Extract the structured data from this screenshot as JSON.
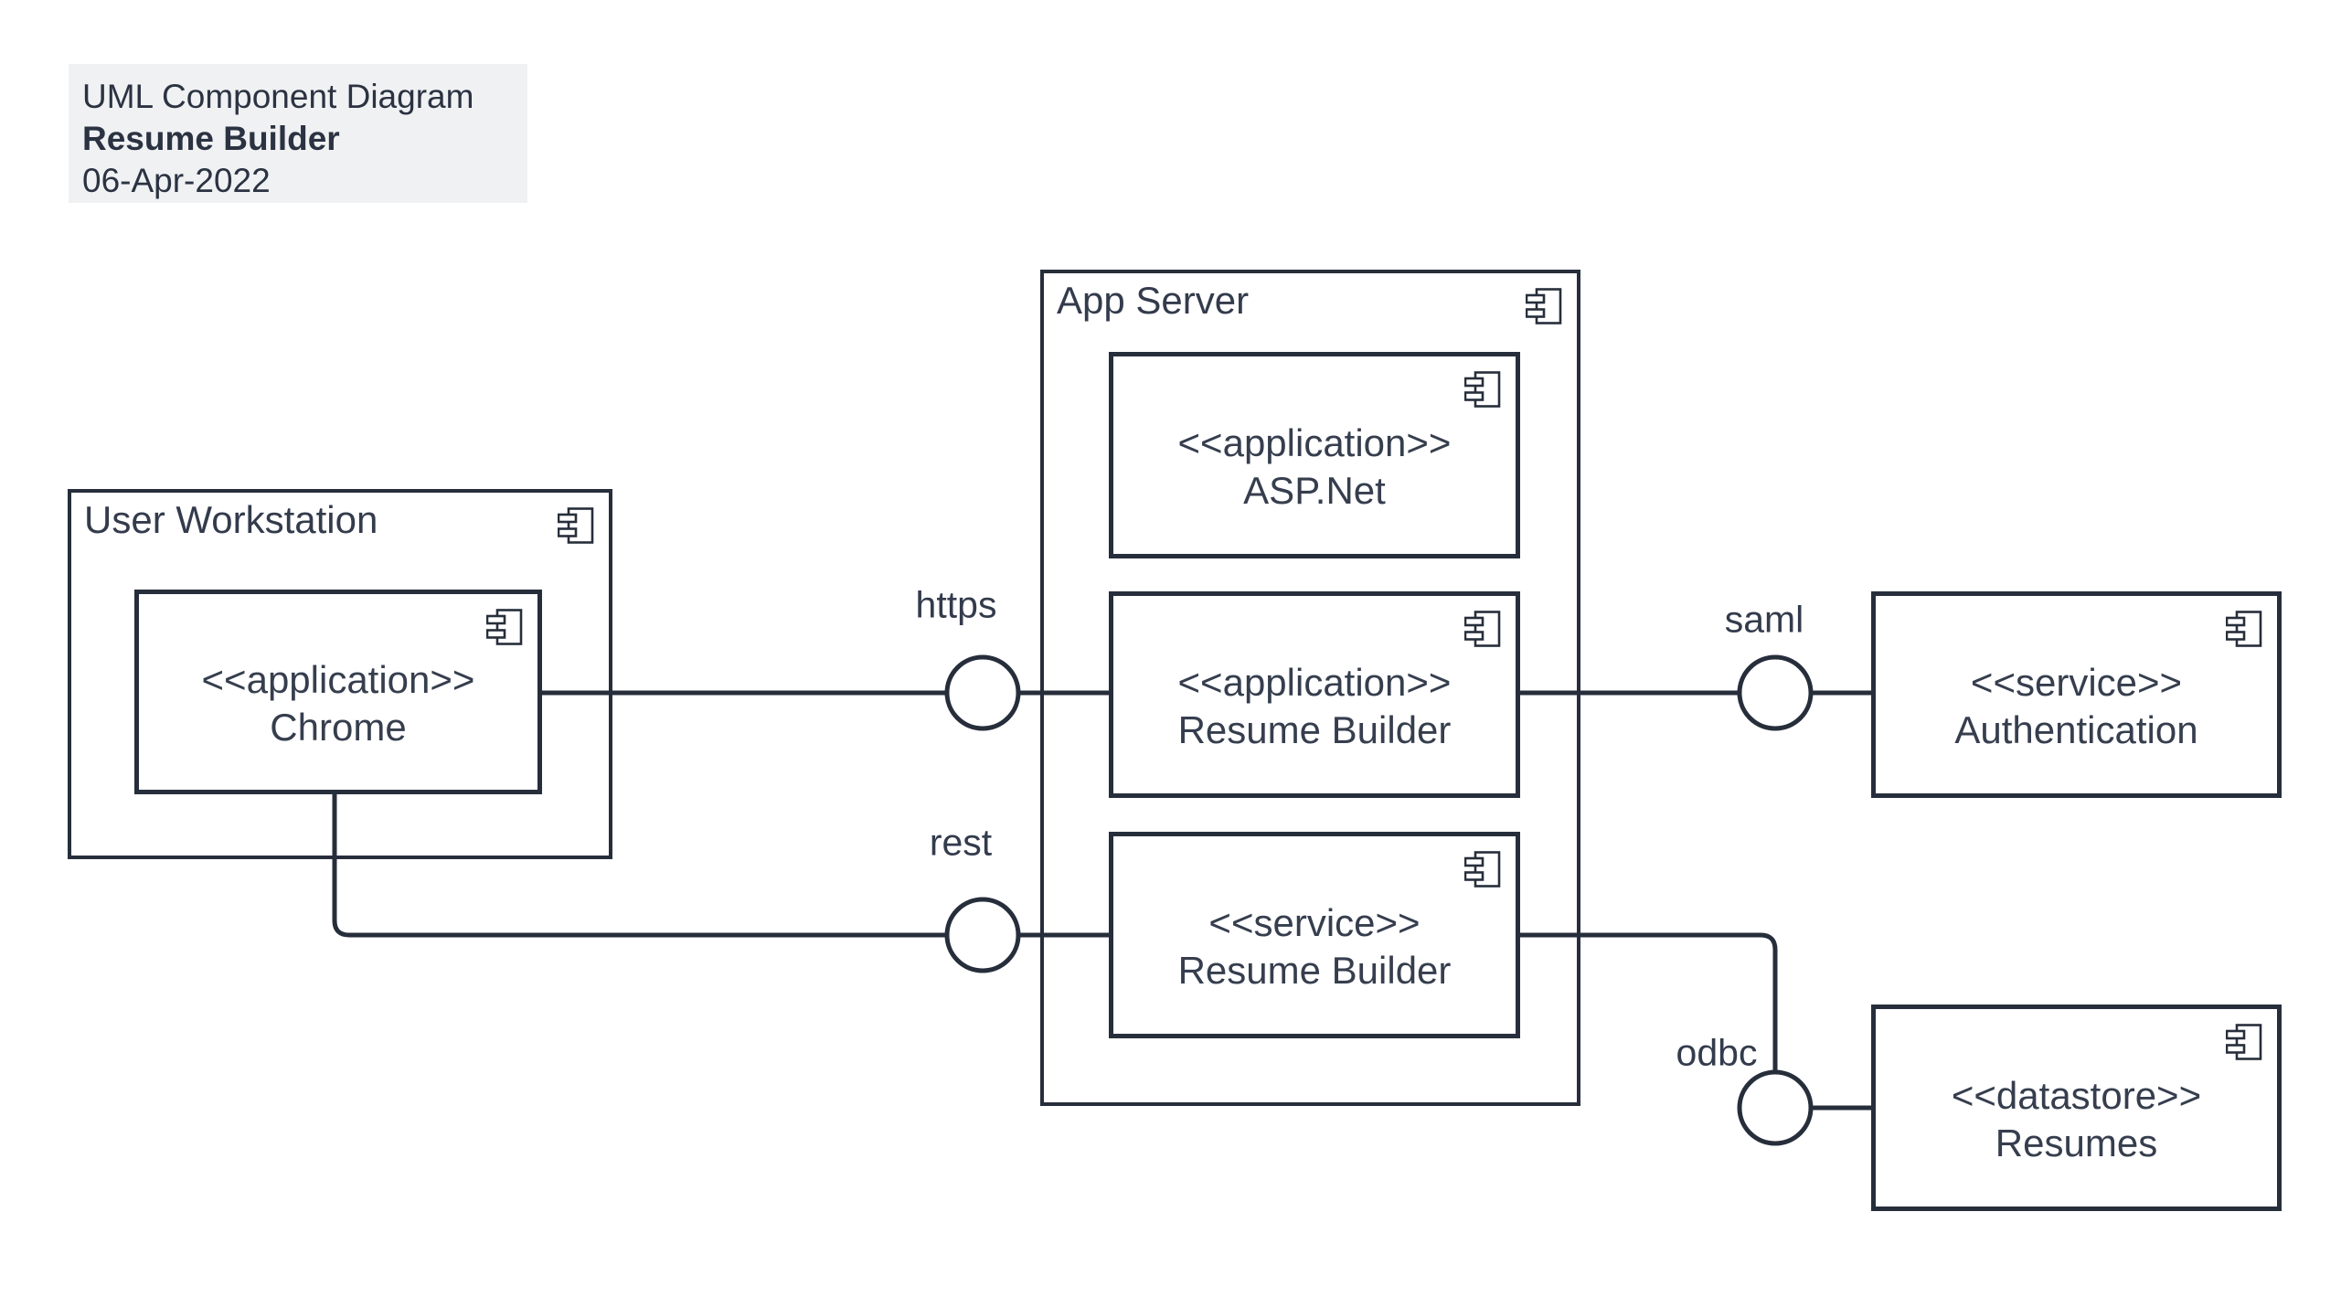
{
  "title_block": {
    "line1": "UML Component Diagram",
    "line2": "Resume Builder",
    "line3": "06-Apr-2022"
  },
  "containers": {
    "user_workstation": {
      "label": "User Workstation",
      "icon": "uml-component-icon"
    },
    "app_server": {
      "label": "App Server",
      "icon": "uml-component-icon"
    }
  },
  "components": {
    "chrome": {
      "stereotype": "<<application>>",
      "name": "Chrome",
      "icon": "uml-component-icon",
      "parent": "user_workstation"
    },
    "aspnet": {
      "stereotype": "<<application>>",
      "name": "ASP.Net",
      "icon": "uml-component-icon",
      "parent": "app_server"
    },
    "resume_builder_app": {
      "stereotype": "<<application>>",
      "name": "Resume Builder",
      "icon": "uml-component-icon",
      "parent": "app_server"
    },
    "resume_builder_service": {
      "stereotype": "<<service>>",
      "name": "Resume Builder",
      "icon": "uml-component-icon",
      "parent": "app_server"
    },
    "authentication": {
      "stereotype": "<<service>>",
      "name": "Authentication",
      "icon": "uml-component-icon",
      "parent": null
    },
    "resumes": {
      "stereotype": "<<datastore>>",
      "name": "Resumes",
      "icon": "uml-component-icon",
      "parent": null
    }
  },
  "interfaces": {
    "https": {
      "label": "https"
    },
    "rest": {
      "label": "rest"
    },
    "saml": {
      "label": "saml"
    },
    "odbc": {
      "label": "odbc"
    }
  },
  "connections": [
    {
      "from": "chrome",
      "interface": "https",
      "to": "resume_builder_app"
    },
    {
      "from": "chrome",
      "interface": "rest",
      "to": "resume_builder_service"
    },
    {
      "from": "resume_builder_app",
      "interface": "saml",
      "to": "authentication"
    },
    {
      "from": "resume_builder_service",
      "interface": "odbc",
      "to": "resumes"
    }
  ],
  "colors": {
    "ink": "#272e3b",
    "text": "#363e4e",
    "title_background": "#f0f1f3",
    "canvas_background": "#ffffff"
  }
}
